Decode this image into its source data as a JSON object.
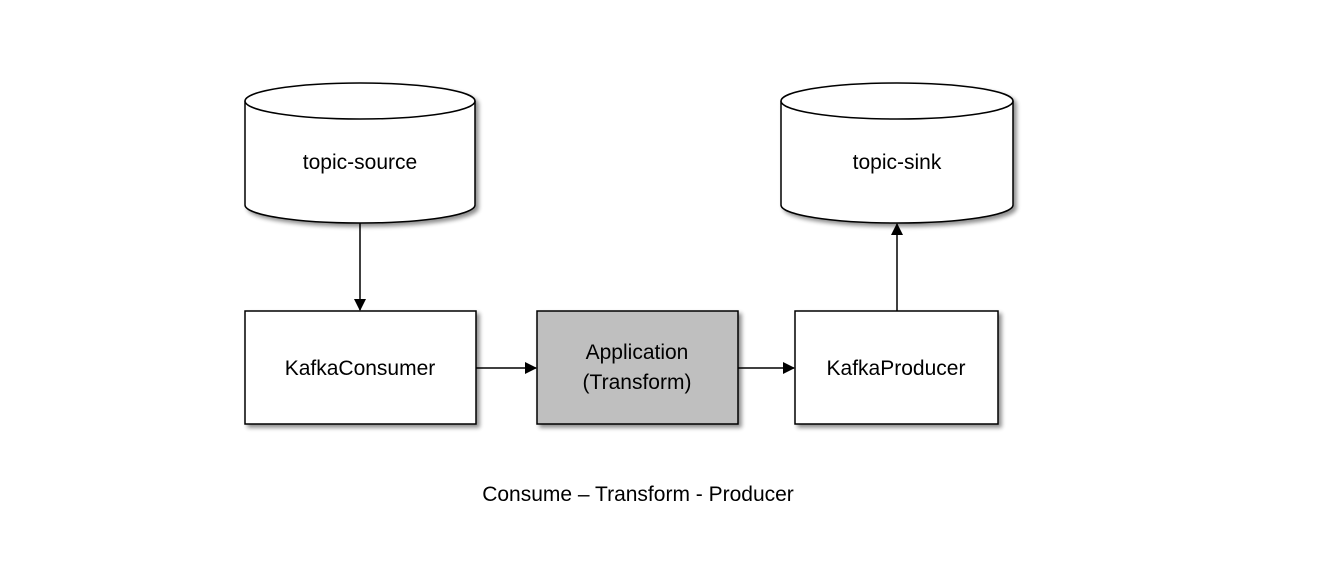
{
  "nodes": {
    "topic_source": {
      "label": "topic-source"
    },
    "topic_sink": {
      "label": "topic-sink"
    },
    "consumer": {
      "label": "KafkaConsumer"
    },
    "application": {
      "line1": "Application",
      "line2": "(Transform)"
    },
    "producer": {
      "label": "KafkaProducer"
    }
  },
  "caption": "Consume – Transform - Producer",
  "colors": {
    "stroke": "#000000",
    "box_fill": "#ffffff",
    "highlight_fill": "#bfbfbf",
    "shadow": "#9a9a9a"
  }
}
